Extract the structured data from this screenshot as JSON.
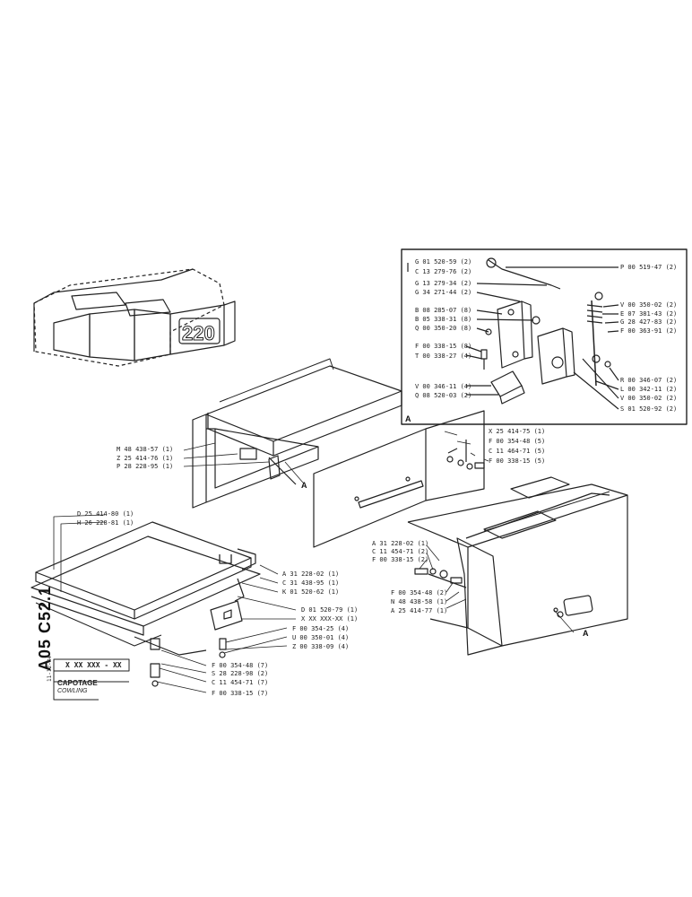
{
  "page": {
    "side_code": "A05 C52.1",
    "side_date": "11-12-84",
    "ref_code": "X XX XXX - XX",
    "title_fr": "CAPOTAGE",
    "title_en": "COWLING",
    "badge_text": "220"
  },
  "callouts": {
    "detail_a": "A",
    "door_a": "A",
    "cowl_a": "A",
    "box_a": "A"
  },
  "labels": {
    "detail": [
      "G 01 520-59 (2)",
      "C 13 279-76 (2)",
      "G 13 279-34 (2)",
      "G 34 271-44 (2)",
      "B 08 285-07 (8)",
      "B 05 338-31 (8)",
      "Q 00 350-20 (8)",
      "F 00 338-15 (8)",
      "T 00 338-27 (4)",
      "V 00 346-11 (4)",
      "Q 08 520-03 (2)"
    ],
    "detail_right": [
      "P 00 519-47 (2)",
      "V 00 350-02 (2)",
      "E 07 381-43 (2)",
      "G 28 427-83 (2)",
      "F 00 363-91 (2)",
      "R 00 346-07 (2)",
      "L 00 342-11 (2)",
      "V 00 350-02 (2)",
      "S 01 520-92 (2)"
    ],
    "door_left": [
      "M 48 438-57 (1)",
      "Z 25 414-76 (1)",
      "P 28 228-95 (1)"
    ],
    "panel_right": [
      "X 25 414-75 (1)",
      "F 00 354-48 (5)",
      "C 11 464-71 (5)",
      "F 00 338-15 (5)"
    ],
    "cowl_left": [
      "A 31 228-02 (1)",
      "C 11 454-71 (2)",
      "F 00 338-15 (2)"
    ],
    "cowl_bottom": [
      "F 00 354-48 (2)",
      "N 48 438-58 (1)",
      "A 25 414-77 (1)"
    ],
    "base_top": [
      "D 25 414-80 (1)",
      "H 26 228-81 (1)"
    ],
    "base_right": [
      "A 31 228-02 (1)",
      "C 31 438-95 (1)",
      "K 01 520-62 (1)",
      "D 01 520-79 (1)",
      "X XX XXX-XX (1)",
      "F 00 354-25 (4)",
      "U 00 350-01 (4)",
      "Z 00 338-09 (4)"
    ],
    "base_bottom": [
      "F 00 354-48 (7)",
      "S 28 228-98 (2)",
      "C 11 454-71 (7)",
      "F 00 338-15 (7)"
    ]
  }
}
